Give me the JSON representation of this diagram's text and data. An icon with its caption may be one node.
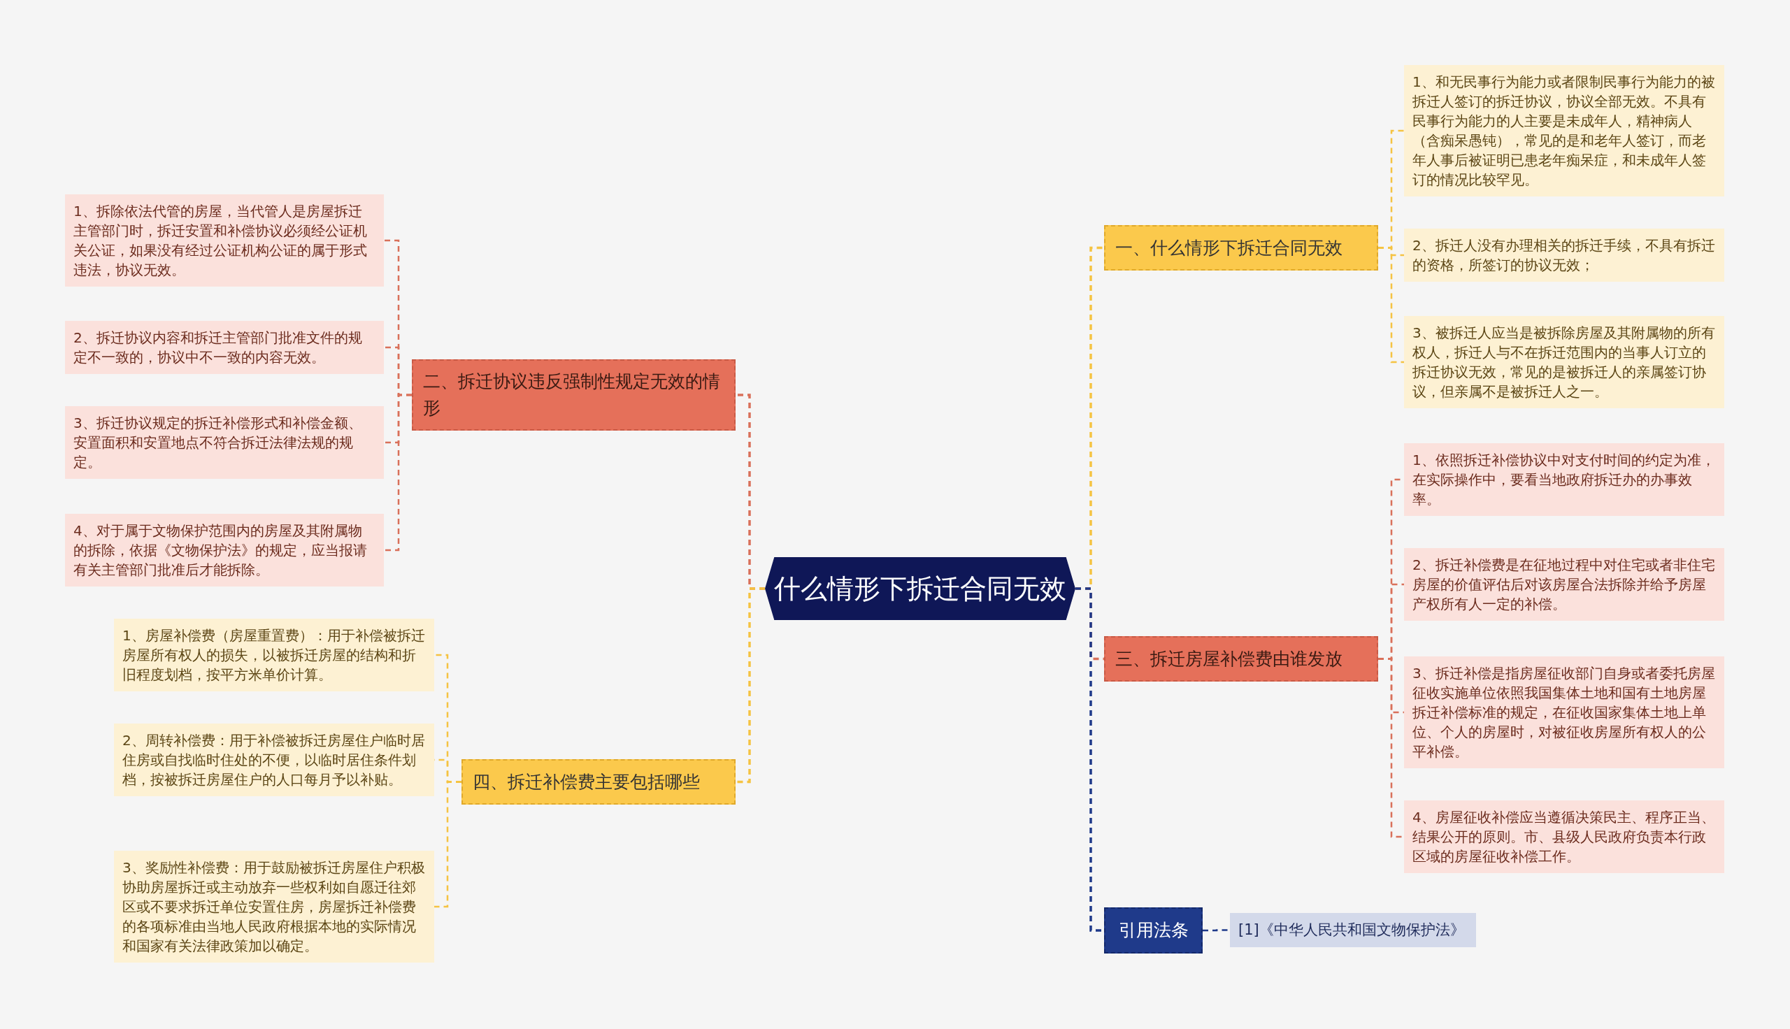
{
  "diagram": {
    "nodes": [
      {
        "text": [
          "什么情形下拆迁合同无效"
        ]
      },
      {
        "text": [
          "一、什么情形下拆迁合同无效"
        ]
      },
      {
        "text": [
          "1、和无民事行为能力或者限制民事行为能力的被拆迁人签订的拆迁协议，协议全部无效。不具有民事行为能力的人主要是未成年人，精神病人（含痴呆愚钝），常见的是和老年人签订，而老年人事后被证明已患老年痴呆症，和未成年人签订的情况比较罕见。"
        ]
      },
      {
        "text": [
          "2、拆迁人没有办理相关的拆迁手续，不具有拆迁的资格，所签订的协议无效；"
        ]
      },
      {
        "text": [
          "3、被拆迁人应当是被拆除房屋及其附属物的所有权人，拆迁人与不在拆迁范围内的当事人订立的拆迁协议无效，常见的是被拆迁人的亲属签订协议，但亲属不是被拆迁人之一。"
        ]
      },
      {
        "text": [
          "二、拆迁协议违反强制性规定无效的情形"
        ]
      },
      {
        "text": [
          "1、拆除依法代管的房屋，当代管人是房屋拆迁主管部门时，拆迁安置和补偿协议必须经公证机关公证，如果没有经过公证机构公证的属于形式违法，协议无效。"
        ]
      },
      {
        "text": [
          "2、拆迁协议内容和拆迁主管部门批准文件的规定不一致的，协议中不一致的内容无效。"
        ]
      },
      {
        "text": [
          "3、拆迁协议规定的拆迁补偿形式和补偿金额、安置面积和安置地点不符合拆迁法律法规的规定。"
        ]
      },
      {
        "text": [
          "4、对于属于文物保护范围内的房屋及其附属物的拆除，依据《文物保护法》的规定，应当报请有关主管部门批准后才能拆除。"
        ]
      },
      {
        "text": [
          "三、拆迁房屋补偿费由谁发放"
        ]
      },
      {
        "text": [
          "1、依照拆迁补偿协议中对支付时间的约定为准，在实际操作中，要看当地政府拆迁办的办事效率。"
        ]
      },
      {
        "text": [
          "2、拆迁补偿费是在征地过程中对住宅或者非住宅房屋的价值评估后对该房屋合法拆除并给予房屋产权所有人一定的补偿。"
        ]
      },
      {
        "text": [
          "3、拆迁补偿是指房屋征收部门自身或者委托房屋征收实施单位依照我国集体土地和国有土地房屋拆迁补偿标准的规定，在征收国家集体土地上单位、个人的房屋时，对被征收房屋所有权人的公平补偿。"
        ]
      },
      {
        "text": [
          "4、房屋征收补偿应当遵循决策民主、程序正当、结果公开的原则。市、县级人民政府负责本行政区域的房屋征收补偿工作。"
        ]
      },
      {
        "text": [
          "四、拆迁补偿费主要包括哪些"
        ]
      },
      {
        "text": [
          "1、房屋补偿费（房屋重置费）：用于补偿被拆迁房屋所有权人的损失，以被拆迁房屋的结构和折旧程度划档，按平方米单价计算。"
        ]
      },
      {
        "text": [
          "2、周转补偿费：用于补偿被拆迁房屋住户临时居住房或自找临时住处的不便，以临时居住条件划档，按被拆迁房屋住户的人口每月予以补贴。"
        ]
      },
      {
        "text": [
          "3、奖励性补偿费：用于鼓励被拆迁房屋住户积极协助房屋拆迁或主动放弃一些权利如自愿迁往郊区或不要求拆迁单位安置住房，房屋拆迁补偿费的各项标准由当地人民政府根据本地的实际情况和国家有关法律政策加以确定。"
        ]
      },
      {
        "text": [
          "引用法条"
        ]
      },
      {
        "text": [
          "[1]《中华人民共和国文物保护法》"
        ]
      }
    ],
    "edges": [
      {
        "from": 0,
        "to": 1,
        "arrow": "none",
        "color": "#f5c342"
      },
      {
        "from": 1,
        "to": 2,
        "arrow": "none",
        "color": "#f5c342"
      },
      {
        "from": 1,
        "to": 3,
        "arrow": "none",
        "color": "#f5c342"
      },
      {
        "from": 1,
        "to": 4,
        "arrow": "none",
        "color": "#f5c342"
      },
      {
        "from": 0,
        "to": 5,
        "arrow": "none",
        "color": "#d9705a"
      },
      {
        "from": 5,
        "to": 6,
        "arrow": "none",
        "color": "#d9705a"
      },
      {
        "from": 5,
        "to": 7,
        "arrow": "none",
        "color": "#d9705a"
      },
      {
        "from": 5,
        "to": 8,
        "arrow": "none",
        "color": "#d9705a"
      },
      {
        "from": 5,
        "to": 9,
        "arrow": "none",
        "color": "#d9705a"
      },
      {
        "from": 0,
        "to": 10,
        "arrow": "none",
        "color": "#d9705a"
      },
      {
        "from": 10,
        "to": 11,
        "arrow": "none",
        "color": "#d9705a"
      },
      {
        "from": 10,
        "to": 12,
        "arrow": "none",
        "color": "#d9705a"
      },
      {
        "from": 10,
        "to": 13,
        "arrow": "none",
        "color": "#d9705a"
      },
      {
        "from": 10,
        "to": 14,
        "arrow": "none",
        "color": "#d9705a"
      },
      {
        "from": 0,
        "to": 15,
        "arrow": "none",
        "color": "#f5c342"
      },
      {
        "from": 15,
        "to": 16,
        "arrow": "none",
        "color": "#f5c342"
      },
      {
        "from": 15,
        "to": 17,
        "arrow": "none",
        "color": "#f5c342"
      },
      {
        "from": 15,
        "to": 18,
        "arrow": "none",
        "color": "#f5c342"
      },
      {
        "from": 0,
        "to": 19,
        "arrow": "none",
        "color": "#1f3a8a"
      },
      {
        "from": 19,
        "to": 20,
        "arrow": "none",
        "color": "#1f3a8a"
      }
    ]
  }
}
